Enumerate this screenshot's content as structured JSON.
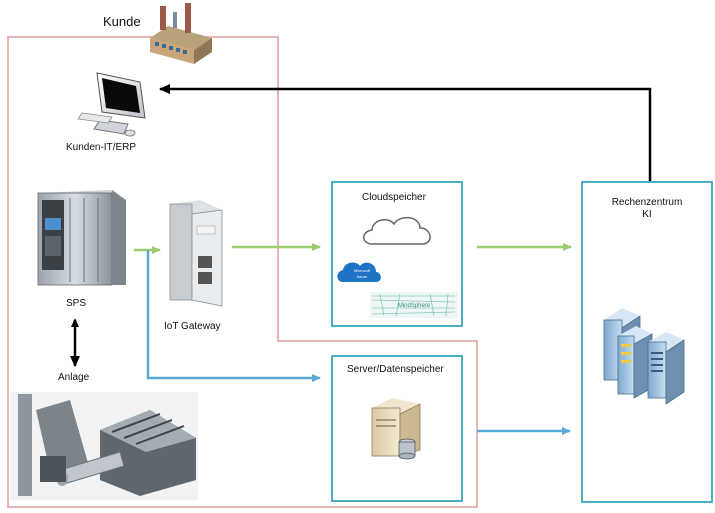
{
  "customer": {
    "label": "Kunde"
  },
  "nodes": {
    "customer_it": {
      "label": "Kunden-IT/ERP"
    },
    "sps": {
      "label": "SPS"
    },
    "iot_gateway": {
      "label": "IoT Gateway"
    },
    "plant": {
      "label": "Anlage"
    },
    "cloud_storage": {
      "label": "Cloudspeicher"
    },
    "server_storage": {
      "label": "Server/Datenspeicher"
    },
    "data_center": {
      "label_line1": "Rechenzentrum",
      "label_line2": "KI"
    }
  },
  "logos": {
    "azure_line1": "Microsoft",
    "azure_line2": "Azure",
    "mindsphere": "MindSphere"
  },
  "colors": {
    "customer_border": "#e8b4b4",
    "box_border": "#4bacc6",
    "arrow_green": "#9bcd6e",
    "arrow_blue": "#5aa9d6",
    "arrow_black": "#000000"
  }
}
